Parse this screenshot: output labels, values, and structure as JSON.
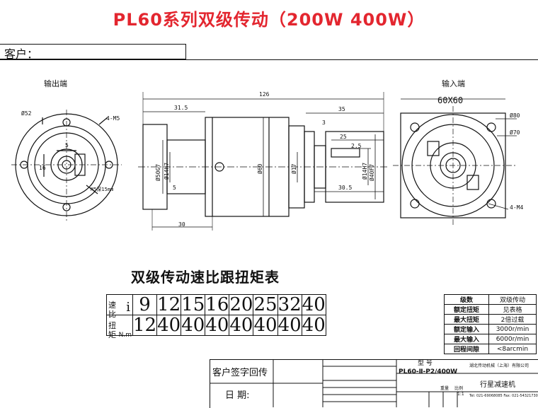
{
  "title": "PL60系列双级传动（200W 400W）",
  "customer_label": "客户：",
  "views": {
    "output_end": "输出端",
    "input_end": "输入端",
    "input_size": "60X60"
  },
  "dims": {
    "d52": "Ø52",
    "m5": "4-M5",
    "m5deep": "M5深15mm",
    "d5": "5",
    "d16": "16",
    "L126": "126",
    "L31_5": "31.5",
    "L35": "35",
    "L3": "3",
    "L25": "25",
    "L2_5": "2.5",
    "phi50": "Ø50G7",
    "phi14": "Ø14h7",
    "L5": "5",
    "phi60": "Ø60",
    "phi17": "Ø17",
    "phi14b": "Ø14H7",
    "phi40": "Ø40F7",
    "L30_5": "30.5",
    "L30": "30",
    "d80": "Ø80",
    "d70": "Ø70",
    "m4": "4-M4"
  },
  "table_title": "双级传动速比跟扭矩表",
  "ratio_table": {
    "row1_header_top": "速",
    "row1_header_bottom": "比",
    "row1_symbol": "i",
    "ratios": [
      "9",
      "12",
      "15",
      "16",
      "20",
      "25",
      "32",
      "40"
    ],
    "row2_header_top": "扭",
    "row2_header_bottom": "矩",
    "row2_symbol": "N.m",
    "torques": [
      "12",
      "40",
      "40",
      "40",
      "40",
      "40",
      "40",
      "40"
    ]
  },
  "spec_table": [
    {
      "k": "级数",
      "v": "双级传动"
    },
    {
      "k": "额定扭矩",
      "v": "见表格"
    },
    {
      "k": "最大扭矩",
      "v": "2倍过载"
    },
    {
      "k": "额定输入",
      "v": "3000r/min"
    },
    {
      "k": "最大输入",
      "v": "6000r/min"
    },
    {
      "k": "回程间隙",
      "v": "<8arcmin"
    }
  ],
  "title_block": {
    "sign_label": "客户签字回传",
    "date_label": "日  期:",
    "model_label": "型   号",
    "model": "PL60-Ⅱ-P2/400W",
    "company": "湖北传动机械（上海）有限公司",
    "product": "行星减速机",
    "tel": "Tel: 021-69068085  Fax: 021-54321730",
    "scale": "1:1",
    "weight_label": "重量",
    "ratio_label": "比例"
  }
}
